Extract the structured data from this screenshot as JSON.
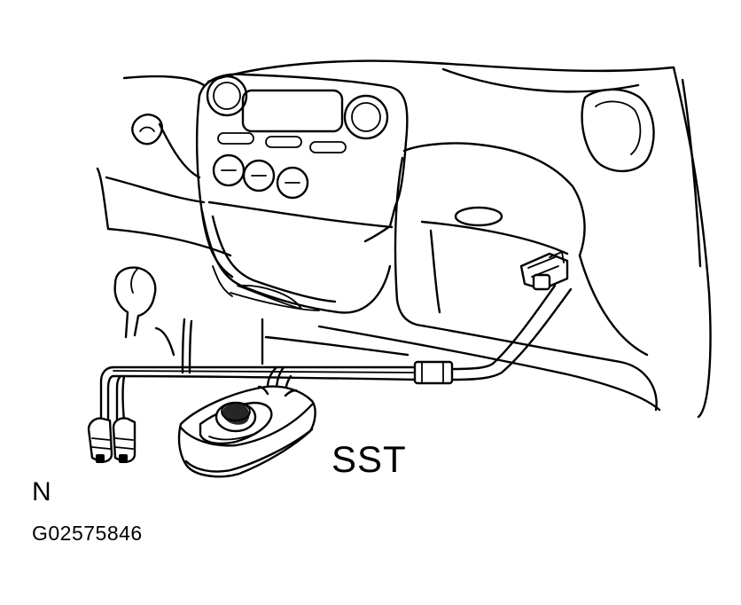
{
  "labels": {
    "sst": "SST",
    "orientation": "N",
    "figure_code": "G02575846"
  },
  "colors": {
    "line": "#000000",
    "background": "#ffffff"
  }
}
